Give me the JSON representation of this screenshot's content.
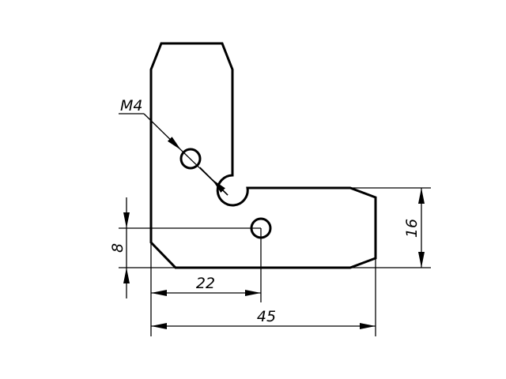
{
  "drawing": {
    "thread_callout": "M4",
    "dimensions": {
      "hole_height": "8",
      "part_height": "16",
      "hole_offset": "22",
      "overall_width": "45"
    },
    "colors": {
      "line": "#000000",
      "background": "#ffffff"
    }
  }
}
